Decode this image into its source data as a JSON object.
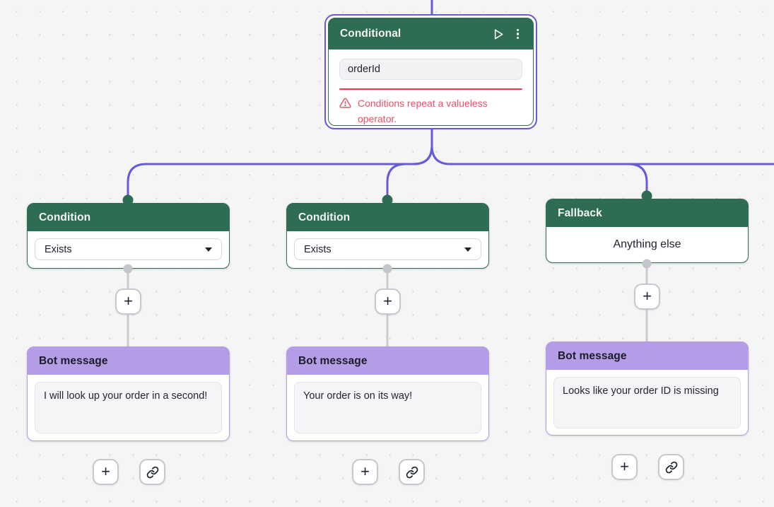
{
  "canvas": {
    "background": "#f5f5f6",
    "grid_dot_color": "#d8d8dc",
    "edge_color": "#675ad8",
    "node_green": "#2e6c54",
    "node_lavender": "#b59ce6",
    "error_color": "#e63a57",
    "selection_color": "#675ad8"
  },
  "conditional": {
    "title": "Conditional",
    "input_value": "orderId",
    "error_text": "Conditions repeat a valueless operator.",
    "header_icons": [
      "play-icon",
      "kebab-menu-icon"
    ]
  },
  "bot_node_title": "Bot message",
  "branches": [
    {
      "type": "condition",
      "title": "Condition",
      "operator": "Exists",
      "bot_message": "I will look up your order in a second!"
    },
    {
      "type": "condition",
      "title": "Condition",
      "operator": "Exists",
      "bot_message": "Your order is on its way!"
    },
    {
      "type": "fallback",
      "title": "Fallback",
      "label": "Anything else",
      "bot_message": "Looks like your order ID is missing"
    }
  ],
  "controls": {
    "plus_label": "+",
    "add_step_icon": "plus-icon",
    "link_icon": "link-icon"
  }
}
